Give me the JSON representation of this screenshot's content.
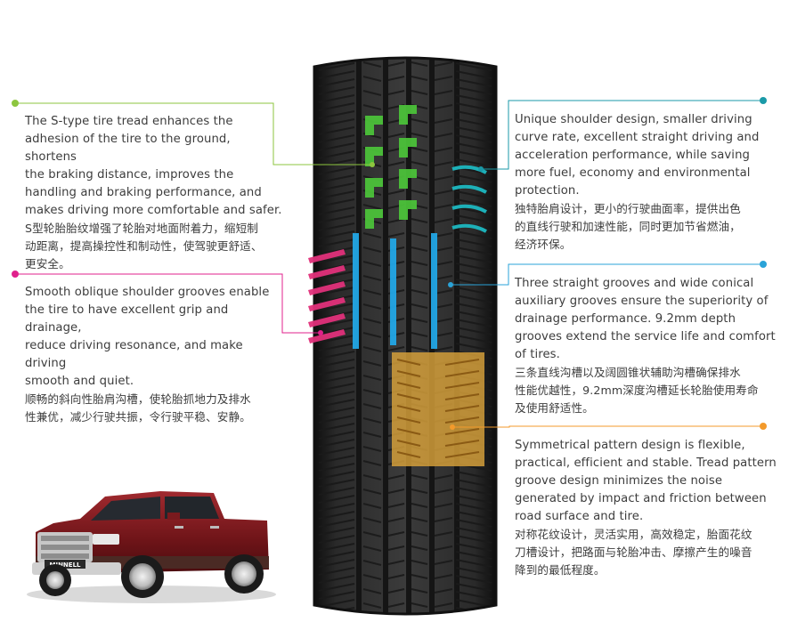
{
  "colors": {
    "green": "#8dc63f",
    "magenta": "#e0208c",
    "teal": "#1a9aa8",
    "blue": "#2aa3d8",
    "orange": "#f39a2b",
    "tread_green": "#4cc63a",
    "tread_pink": "#e0307a",
    "tread_cyan": "#1db0b8",
    "tread_blue": "#22a6e6",
    "tread_gold": "#d9a23a"
  },
  "callouts": {
    "s_type": {
      "en": "The S-type tire tread enhances the\nadhesion of the tire to the ground, shortens\nthe braking distance, improves the\nhandling and braking performance, and\nmakes driving more comfortable and safer.",
      "zh": "S型轮胎胎纹增强了轮胎对地面附着力，缩短制\n动距离，提高操控性和制动性，使驾驶更舒适、\n更安全。"
    },
    "oblique_shoulder": {
      "en": "Smooth oblique shoulder grooves enable\nthe tire to have excellent grip and drainage,\nreduce driving resonance, and make driving\nsmooth and quiet.",
      "zh": "顺畅的斜向性胎肩沟槽，使轮胎抓地力及排水\n性兼优，减少行驶共振，令行驶平稳、安静。"
    },
    "unique_shoulder": {
      "en": "Unique shoulder design, smaller driving\ncurve rate, excellent straight driving and\nacceleration performance, while saving\nmore fuel, economy and environmental\nprotection.",
      "zh": "独特胎肩设计，更小的行驶曲面率，提供出色\n的直线行驶和加速性能，同时更加节省燃油，\n经济环保。"
    },
    "three_grooves": {
      "en": "Three straight grooves and wide conical\nauxiliary grooves ensure the superiority of\ndrainage performance. 9.2mm depth\ngrooves extend the service life and comfort\nof tires.",
      "zh": "三条直线沟槽以及阔圆锥状辅助沟槽确保排水\n性能优越性，9.2mm深度沟槽延长轮胎使用寿命\n及使用舒适性。"
    },
    "symmetrical": {
      "en": "Symmetrical pattern design is flexible,\npractical, efficient and stable. Tread pattern\ngroove design minimizes the noise\ngenerated by impact and friction between\nroad surface and tire.",
      "zh": "对称花纹设计，灵活实用，高效稳定，胎面花纹\n刀槽设计，把路面与轮胎冲击、摩擦产生的噪音\n降到的最低程度。"
    }
  },
  "truck": {
    "grille_badge": "MINNELL"
  }
}
